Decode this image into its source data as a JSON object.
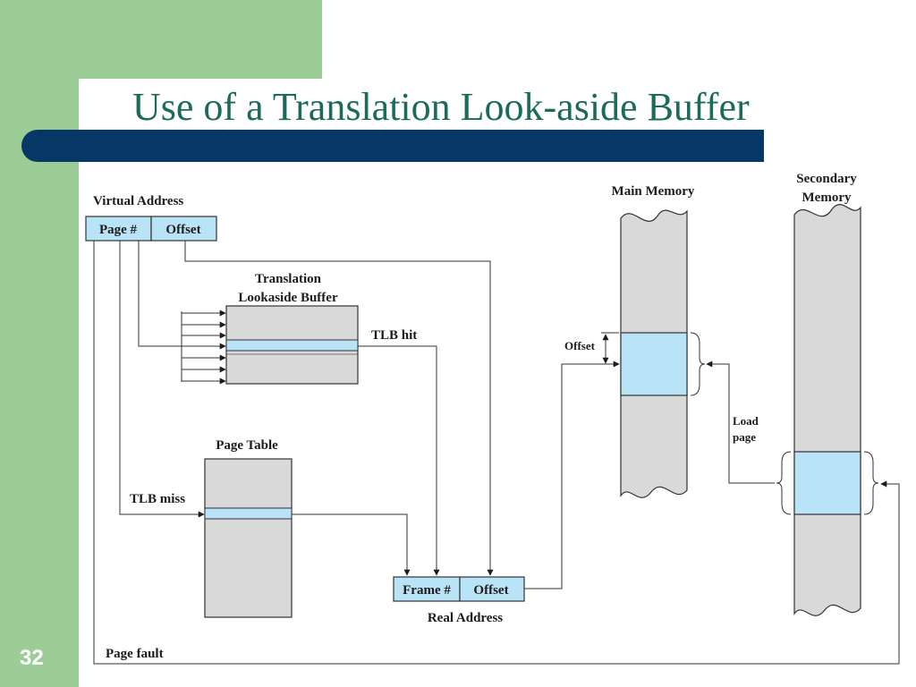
{
  "slide": {
    "title": "Use of a Translation Look-aside Buffer",
    "page_number": "32",
    "colors": {
      "green": "#9dcd96",
      "navy": "#063767",
      "title_text": "#1b6b5b",
      "light_blue": "#b9e3f6",
      "gray_fill": "#d9d9d9"
    }
  },
  "diagram": {
    "virtual_address_label": "Virtual Address",
    "page_num_field": "Page #",
    "offset_field": "Offset",
    "tlb_label_line1": "Translation",
    "tlb_label_line2": "Lookaside Buffer",
    "tlb_hit": "TLB hit",
    "tlb_miss": "TLB miss",
    "page_table_label": "Page Table",
    "frame_field": "Frame #",
    "real_offset_field": "Offset",
    "real_address_label": "Real Address",
    "main_memory_label": "Main Memory",
    "secondary_memory_line1": "Secondary",
    "secondary_memory_line2": "Memory",
    "mm_offset_label": "Offset",
    "load_page_line1": "Load",
    "load_page_line2": "page",
    "page_fault": "Page fault"
  }
}
